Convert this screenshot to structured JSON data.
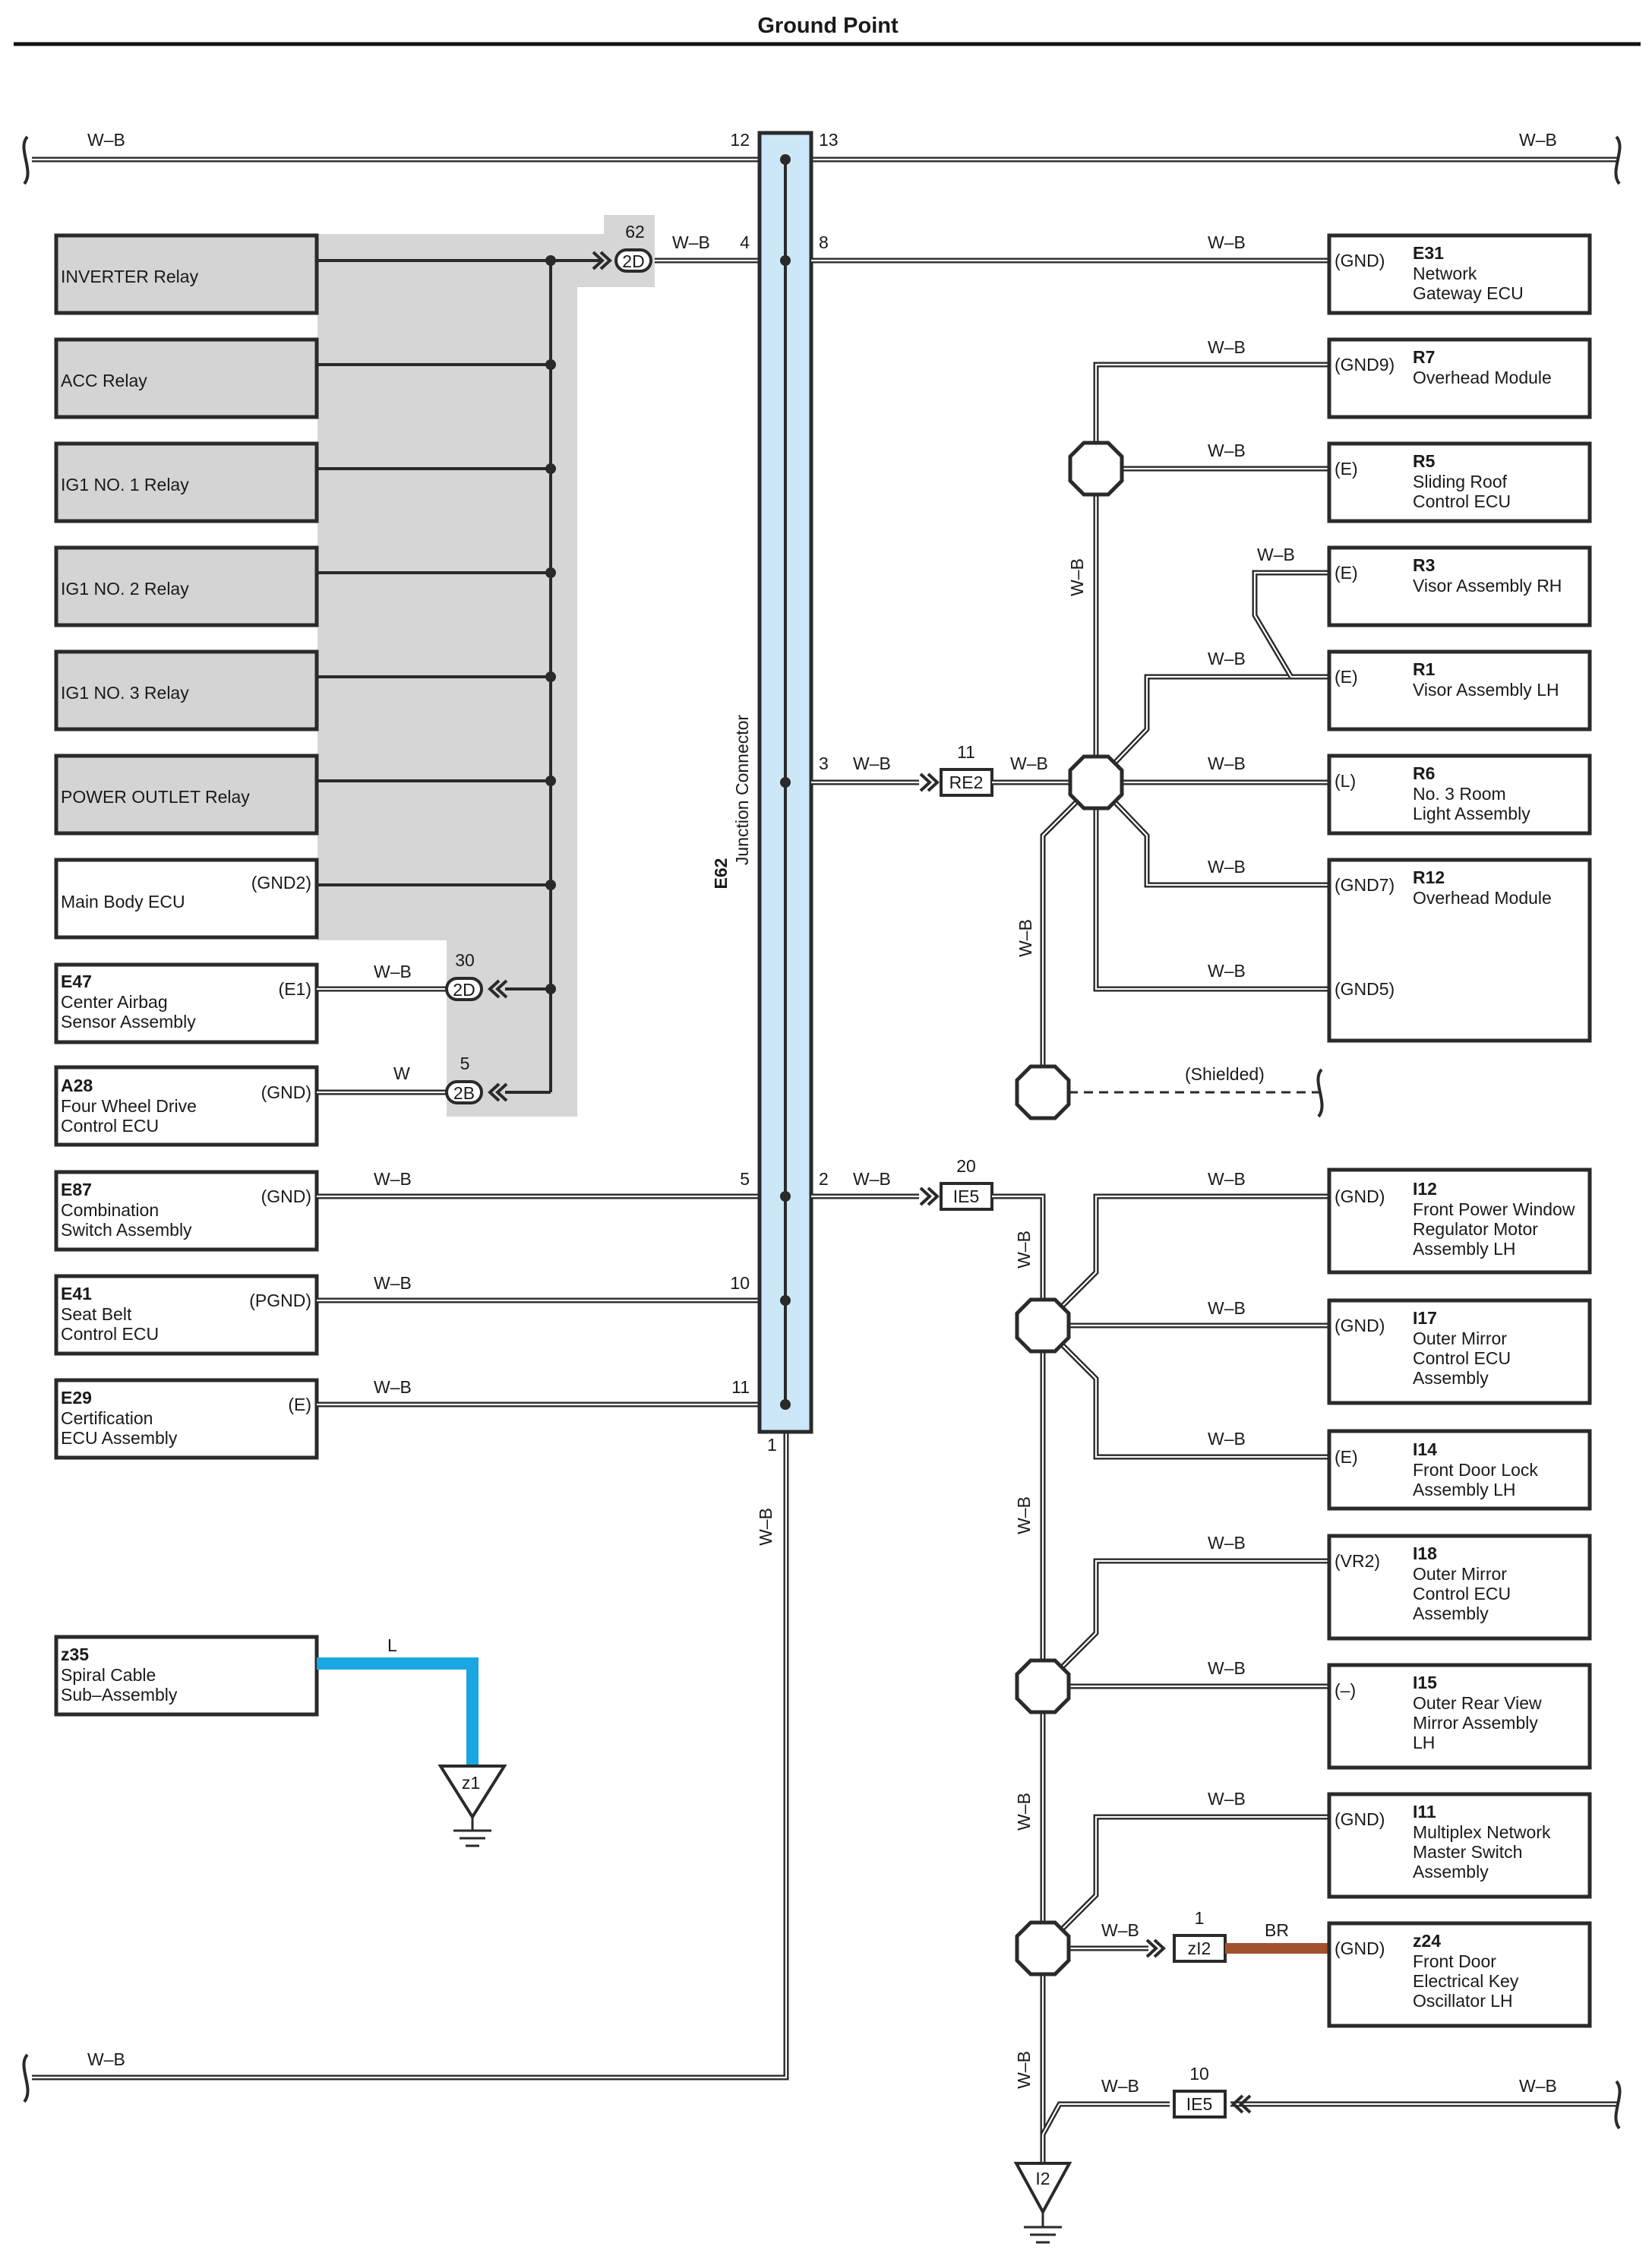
{
  "title": "Ground Point",
  "junction": {
    "code": "E62",
    "name": "Junction Connector"
  },
  "wire_labels": {
    "wb": "W–B",
    "w": "W",
    "l": "L",
    "br": "BR"
  },
  "shielded": "(Shielded)",
  "pins": {
    "p12": "12",
    "p13": "13",
    "p4": "4",
    "p8": "8",
    "p3": "3",
    "p5": "5",
    "p2": "2",
    "p10": "10",
    "p11": "11",
    "p1": "1",
    "c62": "62",
    "c30": "30",
    "c5": "5",
    "c11": "11",
    "c20": "20",
    "c1": "1",
    "c10": "10"
  },
  "connectors": {
    "c2d_top": "2D",
    "c2d_mid": "2D",
    "c2b": "2B",
    "re2": "RE2",
    "ie5_a": "IE5",
    "zi2": "zI2",
    "ie5_b": "IE5"
  },
  "grounds": {
    "z1": "z1",
    "i2": "I2"
  },
  "relays": [
    {
      "name": "INVERTER Relay"
    },
    {
      "name": "ACC Relay"
    },
    {
      "name": "IG1 NO. 1 Relay"
    },
    {
      "name": "IG1 NO. 2 Relay"
    },
    {
      "name": "IG1 NO. 3 Relay"
    },
    {
      "name": "POWER OUTLET Relay"
    }
  ],
  "left_components": {
    "main_body": {
      "code": "",
      "lines": [
        "Main Body ECU"
      ],
      "terminal": "(GND2)"
    },
    "e47": {
      "code": "E47",
      "lines": [
        "Center Airbag",
        "Sensor Assembly"
      ],
      "terminal": "(E1)"
    },
    "a28": {
      "code": "A28",
      "lines": [
        "Four Wheel Drive",
        "Control ECU"
      ],
      "terminal": "(GND)"
    },
    "e87": {
      "code": "E87",
      "lines": [
        "Combination",
        "Switch Assembly"
      ],
      "terminal": "(GND)"
    },
    "e41": {
      "code": "E41",
      "lines": [
        "Seat Belt",
        "Control ECU"
      ],
      "terminal": "(PGND)"
    },
    "e29": {
      "code": "E29",
      "lines": [
        "Certification",
        "ECU Assembly"
      ],
      "terminal": "(E)"
    },
    "z35": {
      "code": "z35",
      "lines": [
        "Spiral Cable",
        "Sub–Assembly"
      ],
      "terminal": ""
    }
  },
  "right_components": {
    "e31": {
      "code": "E31",
      "lines": [
        "Network",
        "Gateway ECU"
      ],
      "terminal": "(GND)"
    },
    "r7": {
      "code": "R7",
      "lines": [
        "Overhead Module"
      ],
      "terminal": "(GND9)"
    },
    "r5": {
      "code": "R5",
      "lines": [
        "Sliding Roof",
        "Control ECU"
      ],
      "terminal": "(E)"
    },
    "r3": {
      "code": "R3",
      "lines": [
        "Visor Assembly RH"
      ],
      "terminal": "(E)"
    },
    "r1": {
      "code": "R1",
      "lines": [
        "Visor Assembly LH"
      ],
      "terminal": "(E)"
    },
    "r6": {
      "code": "R6",
      "lines": [
        "No. 3 Room",
        "Light Assembly"
      ],
      "terminal": "(L)"
    },
    "r12": {
      "code": "R12",
      "lines": [
        "Overhead Module"
      ],
      "terminal": "(GND7)",
      "terminal2": "(GND5)"
    },
    "i12": {
      "code": "I12",
      "lines": [
        "Front Power Window",
        "Regulator Motor",
        "Assembly LH"
      ],
      "terminal": "(GND)"
    },
    "i17": {
      "code": "I17",
      "lines": [
        "Outer Mirror",
        "Control ECU",
        "Assembly"
      ],
      "terminal": "(GND)"
    },
    "i14": {
      "code": "I14",
      "lines": [
        "Front Door Lock",
        "Assembly LH"
      ],
      "terminal": "(E)"
    },
    "i18": {
      "code": "I18",
      "lines": [
        "Outer Mirror",
        "Control ECU",
        "Assembly"
      ],
      "terminal": "(VR2)"
    },
    "i15": {
      "code": "I15",
      "lines": [
        "Outer Rear View",
        "Mirror Assembly",
        "LH"
      ],
      "terminal": "(–)"
    },
    "i11": {
      "code": "I11",
      "lines": [
        "Multiplex Network",
        "Master Switch",
        "Assembly"
      ],
      "terminal": "(GND)"
    },
    "z24": {
      "code": "z24",
      "lines": [
        "Front Door",
        "Electrical Key",
        "Oscillator LH"
      ],
      "terminal": "(GND)"
    }
  },
  "colors": {
    "wire": "#2a2a2a",
    "junction_fill": "#cce8f8",
    "relay_fill": "#d4d4d4",
    "shade": "#d6d6d6",
    "wire_l": "#1aa6e0",
    "wire_br": "#a0522d"
  }
}
